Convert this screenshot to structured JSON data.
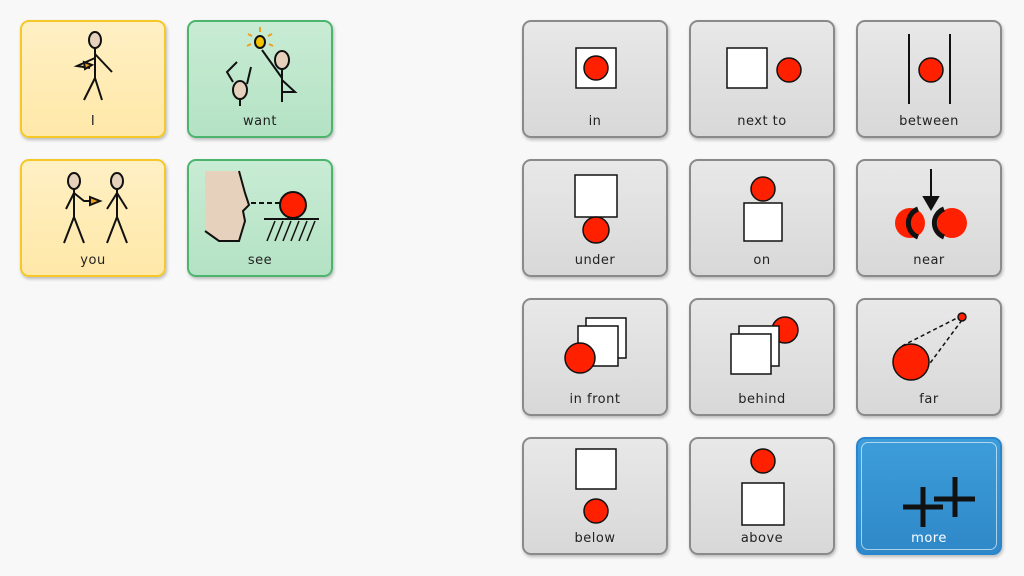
{
  "left_tiles": [
    {
      "label": "I",
      "icon": "person-pointing-self-icon",
      "color": "yellow"
    },
    {
      "label": "want",
      "icon": "people-reaching-icon",
      "color": "green"
    },
    {
      "label": "you",
      "icon": "person-pointing-other-icon",
      "color": "yellow"
    },
    {
      "label": "see",
      "icon": "face-looking-at-ball-icon",
      "color": "green"
    }
  ],
  "right_tiles": [
    {
      "label": "in",
      "icon": "in-icon"
    },
    {
      "label": "next to",
      "icon": "next-to-icon"
    },
    {
      "label": "between",
      "icon": "between-icon"
    },
    {
      "label": "under",
      "icon": "under-icon"
    },
    {
      "label": "on",
      "icon": "on-icon"
    },
    {
      "label": "near",
      "icon": "near-icon"
    },
    {
      "label": "in front",
      "icon": "in-front-icon"
    },
    {
      "label": "behind",
      "icon": "behind-icon"
    },
    {
      "label": "far",
      "icon": "far-icon"
    },
    {
      "label": "below",
      "icon": "below-icon"
    },
    {
      "label": "above",
      "icon": "above-icon"
    },
    {
      "label": "more",
      "icon": "more-icon"
    }
  ],
  "colors": {
    "ball": "#ff2000",
    "yellow_border": "#f5c828",
    "green_border": "#4cb46c",
    "more_blue": "#3592d2"
  }
}
